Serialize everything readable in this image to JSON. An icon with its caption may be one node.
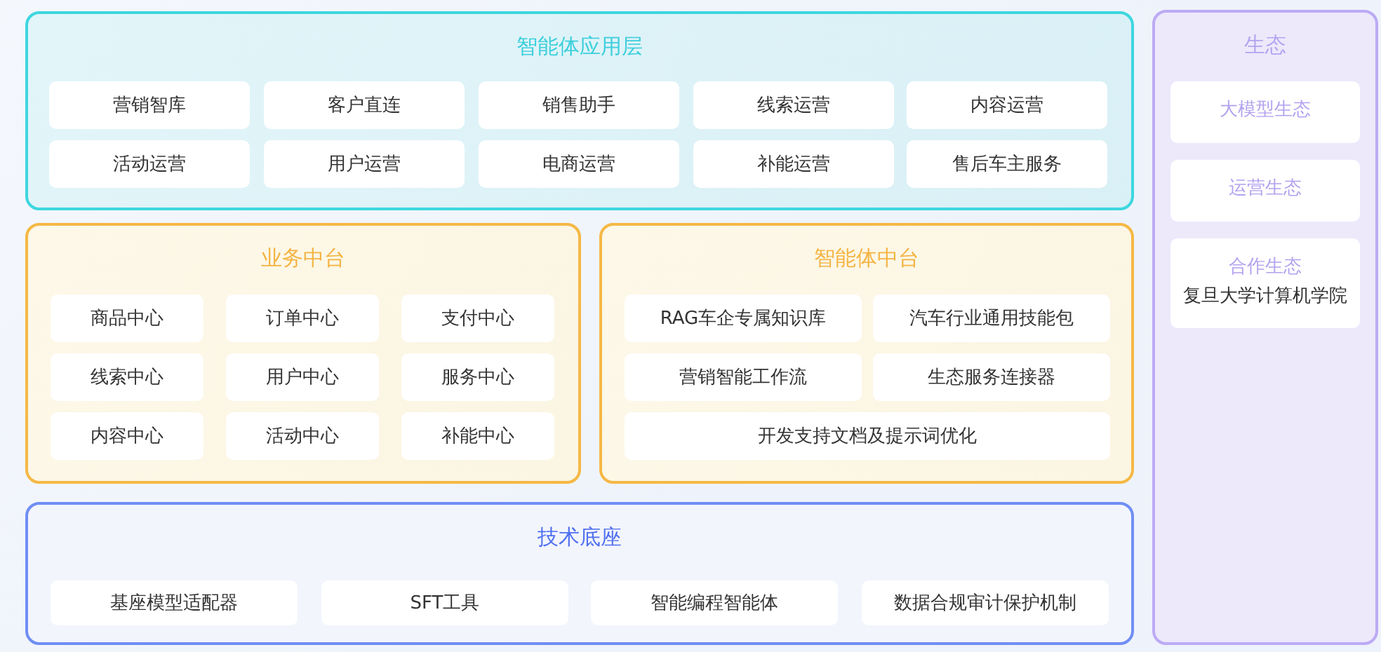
{
  "diagram": {
    "nodes": [
      {
        "text": [
          "智能体应用层"
        ]
      },
      {
        "text": [
          "营销智库"
        ],
        "in": 0
      },
      {
        "text": [
          "客户直连"
        ],
        "in": 0
      },
      {
        "text": [
          "销售助手"
        ],
        "in": 0
      },
      {
        "text": [
          "线索运营"
        ],
        "in": 0
      },
      {
        "text": [
          "内容运营"
        ],
        "in": 0
      },
      {
        "text": [
          "活动运营"
        ],
        "in": 0
      },
      {
        "text": [
          "用户运营"
        ],
        "in": 0
      },
      {
        "text": [
          "电商运营"
        ],
        "in": 0
      },
      {
        "text": [
          "补能运营"
        ],
        "in": 0
      },
      {
        "text": [
          "售后车主服务"
        ],
        "in": 0
      },
      {
        "text": [
          "业务中台"
        ]
      },
      {
        "text": [
          "商品中心"
        ],
        "in": 11
      },
      {
        "text": [
          "订单中心"
        ],
        "in": 11
      },
      {
        "text": [
          "支付中心"
        ],
        "in": 11
      },
      {
        "text": [
          "线索中心"
        ],
        "in": 11
      },
      {
        "text": [
          "用户中心"
        ],
        "in": 11
      },
      {
        "text": [
          "服务中心"
        ],
        "in": 11
      },
      {
        "text": [
          "内容中心"
        ],
        "in": 11
      },
      {
        "text": [
          "活动中心"
        ],
        "in": 11
      },
      {
        "text": [
          "补能中心"
        ],
        "in": 11
      },
      {
        "text": [
          "智能体中台"
        ]
      },
      {
        "text": [
          "RAG车企专属知识库"
        ],
        "in": 21
      },
      {
        "text": [
          "汽车行业通用技能包"
        ],
        "in": 21
      },
      {
        "text": [
          "营销智能工作流"
        ],
        "in": 21
      },
      {
        "text": [
          "生态服务连接器"
        ],
        "in": 21
      },
      {
        "text": [
          "开发支持文档及提示词优化"
        ],
        "in": 21
      },
      {
        "text": [
          "技术底座"
        ]
      },
      {
        "text": [
          "基座模型适配器"
        ],
        "in": 27
      },
      {
        "text": [
          "SFT工具"
        ],
        "in": 27
      },
      {
        "text": [
          "智能编程智能体"
        ],
        "in": 27
      },
      {
        "text": [
          "数据合规审计保护机制"
        ],
        "in": 27
      },
      {
        "text": [
          "生态"
        ]
      },
      {
        "text": [
          "大模型生态"
        ],
        "in": 32
      },
      {
        "text": [
          "运营生态"
        ],
        "in": 32
      },
      {
        "text": [
          "合作生态",
          "复旦大学计算机学院"
        ],
        "in": 32
      }
    ]
  }
}
